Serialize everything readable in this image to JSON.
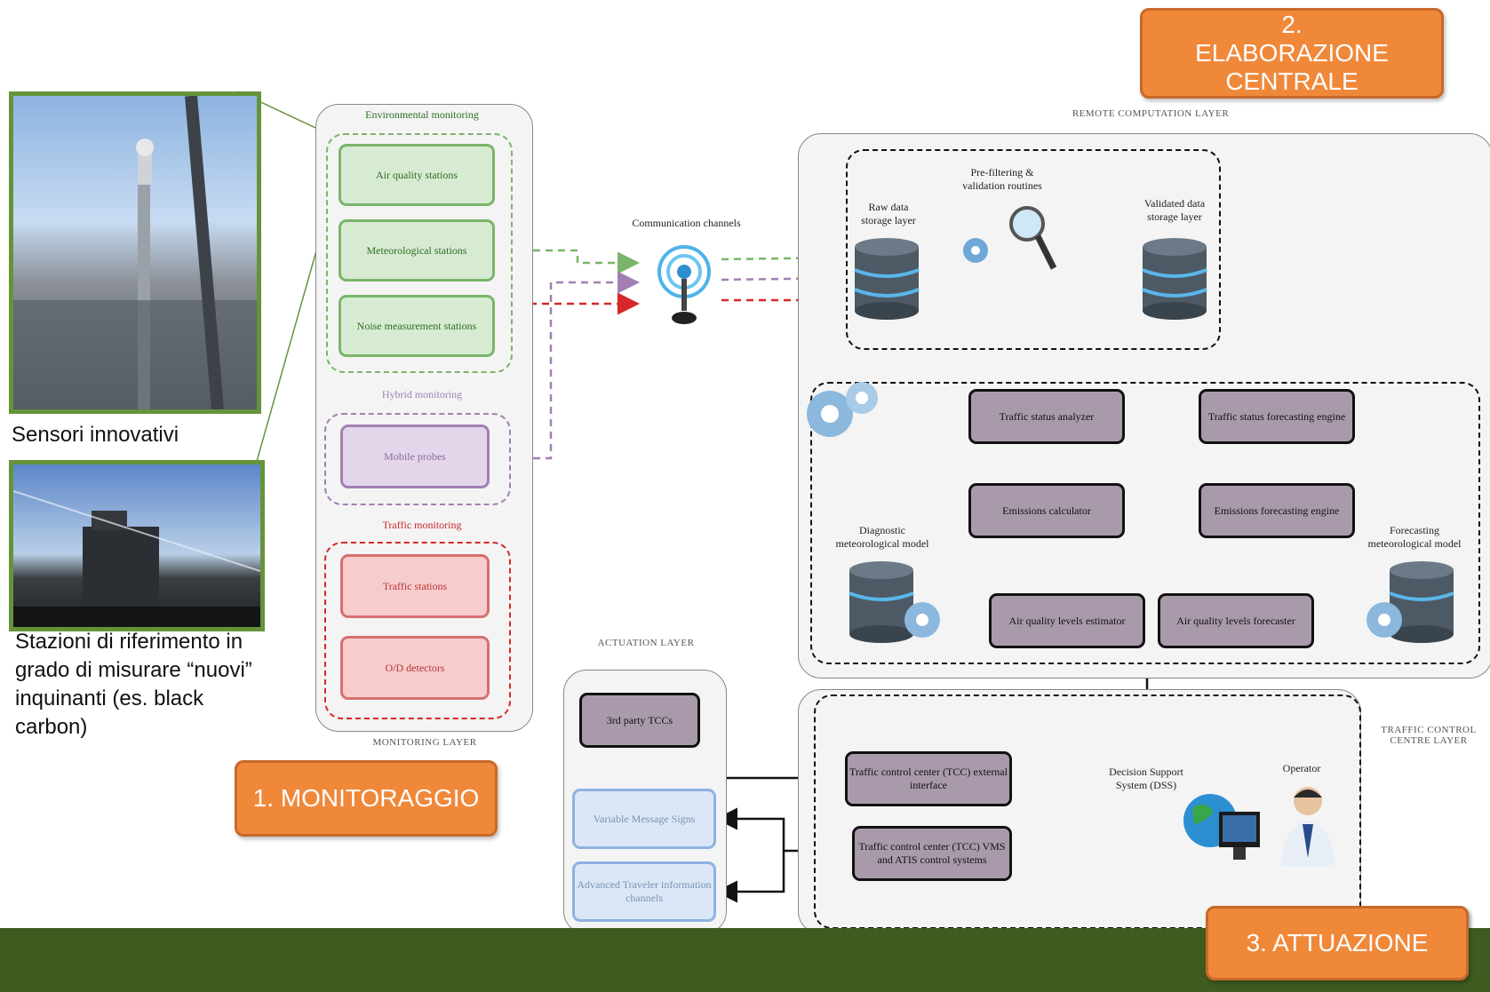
{
  "banners": {
    "elaborazione": "2. ELABORAZIONE CENTRALE",
    "monitoraggio": "1. MONITORAGGIO",
    "attuazione": "3. ATTUAZIONE"
  },
  "captions": {
    "sensori": "Sensori innovativi",
    "stazioni": "Stazioni di riferimento in grado di misurare “nuovi” inquinanti (es. black carbon)"
  },
  "monitoring": {
    "layer_label": "MONITORING LAYER",
    "environmental": {
      "title": "Environmental monitoring",
      "items": [
        "Air quality stations",
        "Meteorological stations",
        "Noise measurement stations"
      ]
    },
    "hybrid": {
      "title": "Hybrid monitoring",
      "items": [
        "Mobile probes"
      ]
    },
    "traffic": {
      "title": "Traffic monitoring",
      "items": [
        "Traffic stations",
        "O/D detectors"
      ]
    }
  },
  "communication": {
    "label": "Communication channels"
  },
  "remote": {
    "layer_label": "REMOTE COMPUTATION LAYER",
    "raw_storage": "Raw data storage layer",
    "prefiltering": "Pre-filtering & validation routines",
    "validated_storage": "Validated data storage layer",
    "traffic_analyzer": "Traffic status analyzer",
    "traffic_forecasting": "Traffic status forecasting engine",
    "emissions_calc": "Emissions calculator",
    "emissions_forecast": "Emissions forecasting engine",
    "diag_model": "Diagnostic meteorological model",
    "forecast_model": "Forecasting meteorological model",
    "aq_estimator": "Air quality levels estimator",
    "aq_forecaster": "Air quality levels forecaster"
  },
  "actuation": {
    "layer_label": "ACTUATION LAYER",
    "items": [
      "3rd party TCCs",
      "Variable Message Signs",
      "Advanced Traveler information channels"
    ]
  },
  "tcc": {
    "layer_label": "TRAFFIC CONTROL CENTRE LAYER",
    "external": "Traffic control center (TCC) external interface",
    "vms": "Traffic control center (TCC) VMS and ATIS control systems",
    "dss": "Decision Support System (DSS)",
    "operator": "Operator"
  },
  "colors": {
    "accent_orange": "#f0883a",
    "green": "#7ab56a",
    "purple": "#a27fb3",
    "red": "#d62828",
    "footer": "#3e5b20"
  }
}
